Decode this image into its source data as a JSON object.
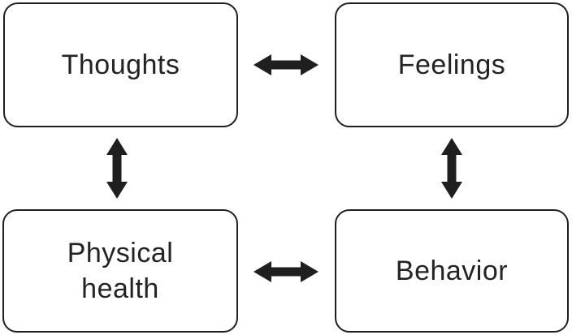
{
  "diagram": {
    "type": "concept-diagram",
    "nodes": [
      {
        "id": "thoughts",
        "label": "Thoughts"
      },
      {
        "id": "feelings",
        "label": "Feelings"
      },
      {
        "id": "physical-health",
        "label": "Physical\nhealth"
      },
      {
        "id": "behavior",
        "label": "Behavior"
      }
    ],
    "edges": [
      {
        "from": "thoughts",
        "to": "feelings",
        "style": "double-headed-arrow",
        "orientation": "horizontal"
      },
      {
        "from": "thoughts",
        "to": "physical-health",
        "style": "double-headed-arrow",
        "orientation": "vertical"
      },
      {
        "from": "feelings",
        "to": "behavior",
        "style": "double-headed-arrow",
        "orientation": "vertical"
      },
      {
        "from": "physical-health",
        "to": "behavior",
        "style": "double-headed-arrow",
        "orientation": "horizontal"
      }
    ]
  },
  "colors": {
    "line": "#1f1f1f",
    "text": "#232323",
    "background": "#ffffff"
  }
}
